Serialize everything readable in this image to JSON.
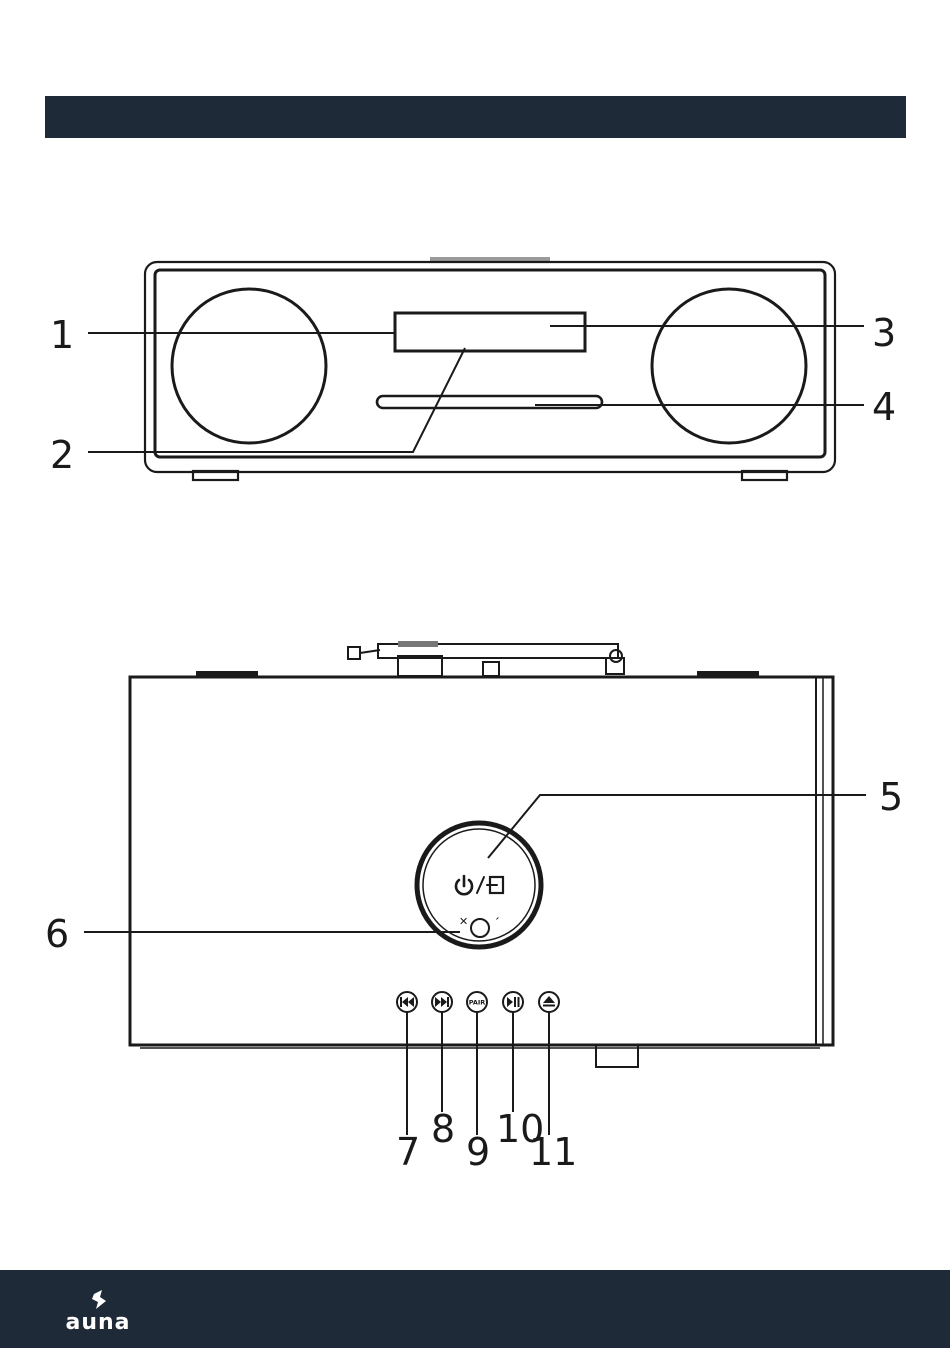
{
  "callouts": {
    "front": [
      "1",
      "2",
      "3",
      "4"
    ],
    "top": [
      "5",
      "6",
      "7",
      "8",
      "9",
      "10",
      "11"
    ]
  },
  "knob": {
    "power_source_symbol": "⏻/→"
  },
  "buttons": [
    {
      "name": "previous-track-button",
      "icon": "previous-icon"
    },
    {
      "name": "next-track-button",
      "icon": "next-icon"
    },
    {
      "name": "pair-button",
      "label": "PAIR"
    },
    {
      "name": "play-pause-button",
      "icon": "play-pause-icon"
    },
    {
      "name": "eject-button",
      "icon": "eject-icon"
    }
  ],
  "footer": {
    "brand": "auna"
  },
  "colors": {
    "bar": "#1f2a38",
    "line": "#1a1a1a"
  }
}
